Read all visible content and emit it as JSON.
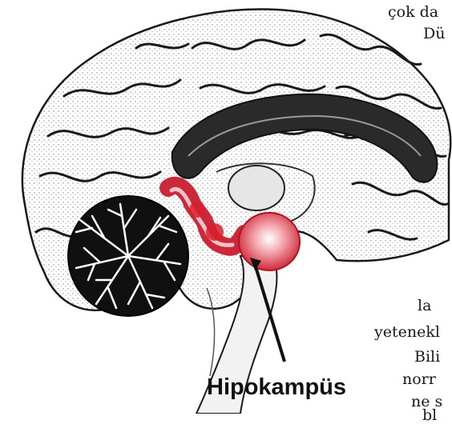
{
  "figure": {
    "label": "Hipokampüs",
    "colors": {
      "ink": "#1a1a1a",
      "hippocampus": "#d81e2e",
      "highlight": "#f3a7ad",
      "cerebellum": "#101010"
    }
  },
  "text_fragments": [
    "çok da",
    "Dü",
    "la",
    "yetenekl",
    "Bili",
    "norr",
    "ne s",
    "bl"
  ]
}
